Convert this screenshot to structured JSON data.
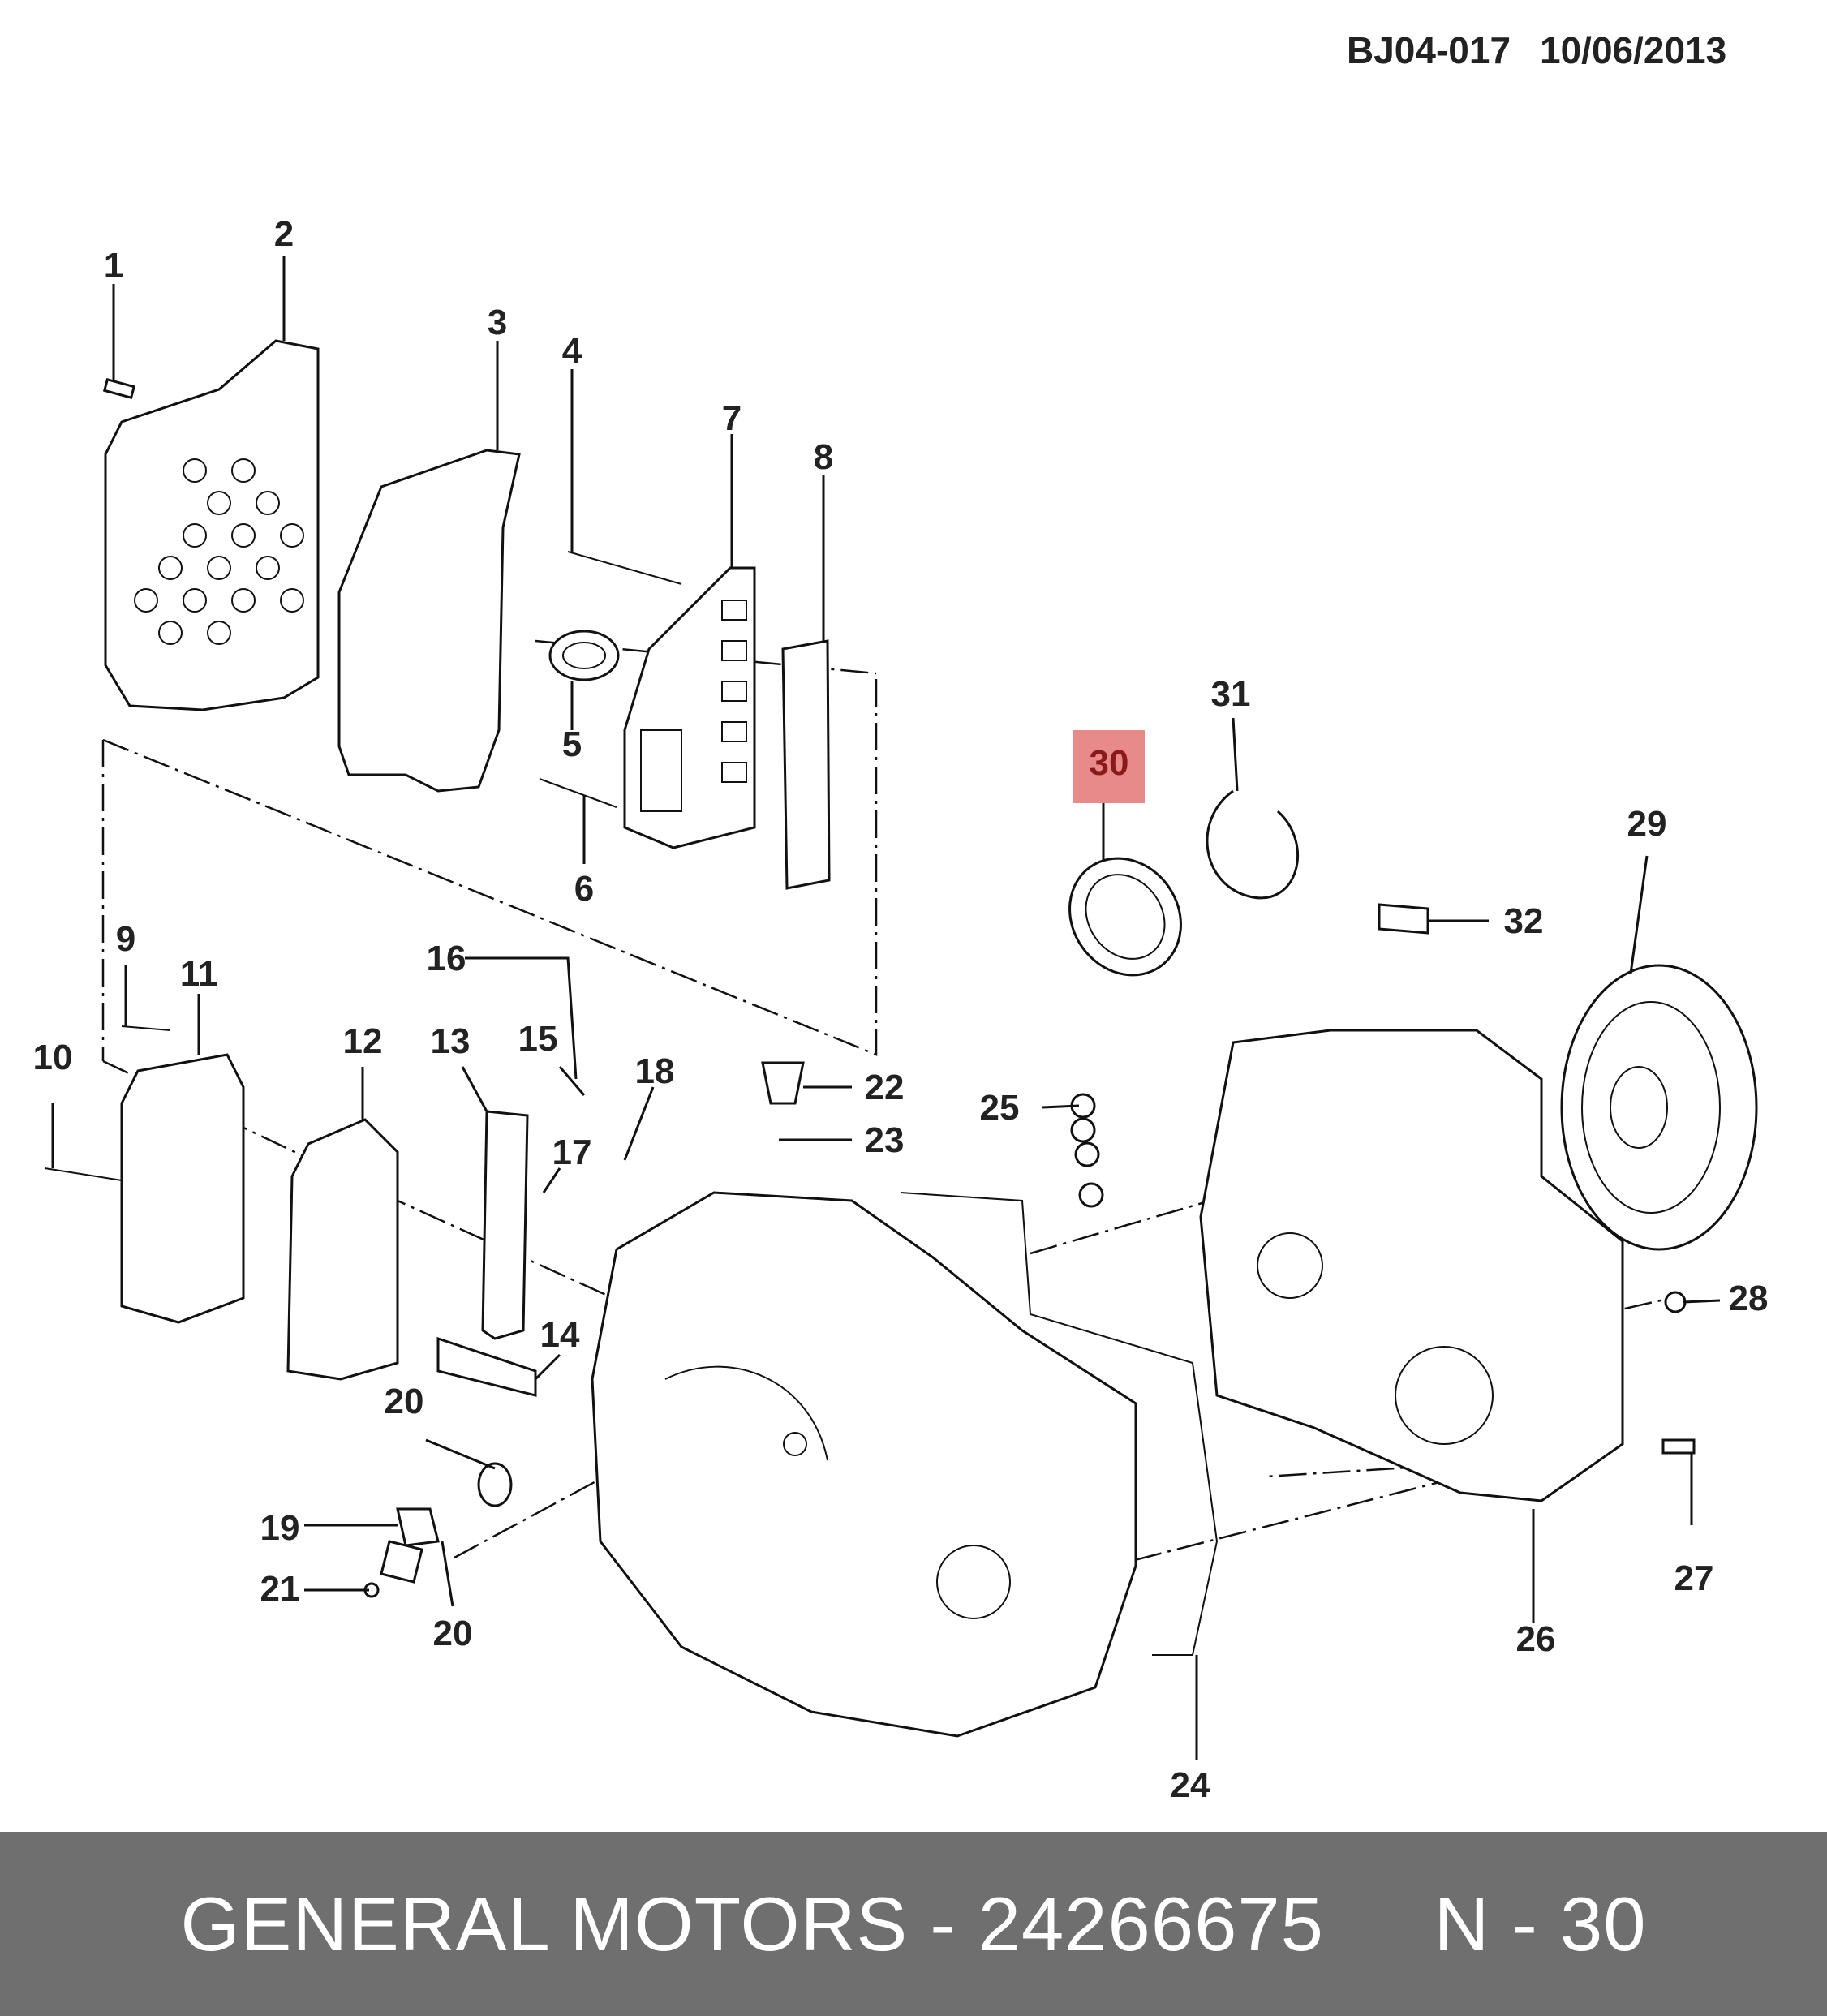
{
  "header": {
    "code": "BJ04-017",
    "date": "10/06/2013"
  },
  "highlight": {
    "label": "30",
    "color": "#e98a8a"
  },
  "callouts": {
    "c1": "1",
    "c2": "2",
    "c3": "3",
    "c4": "4",
    "c5": "5",
    "c6": "6",
    "c7": "7",
    "c8": "8",
    "c9": "9",
    "c10": "10",
    "c11": "11",
    "c12": "12",
    "c13": "13",
    "c14": "14",
    "c15": "15",
    "c16": "16",
    "c17": "17",
    "c18": "18",
    "c19": "19",
    "c20a": "20",
    "c20b": "20",
    "c21": "21",
    "c22": "22",
    "c23": "23",
    "c24": "24",
    "c25": "25",
    "c26": "26",
    "c27": "27",
    "c28": "28",
    "c29": "29",
    "c31": "31",
    "c32": "32"
  },
  "footer": {
    "text": "GENERAL MOTORS - 24266675     N - 30",
    "background": "#6f6f6f"
  }
}
